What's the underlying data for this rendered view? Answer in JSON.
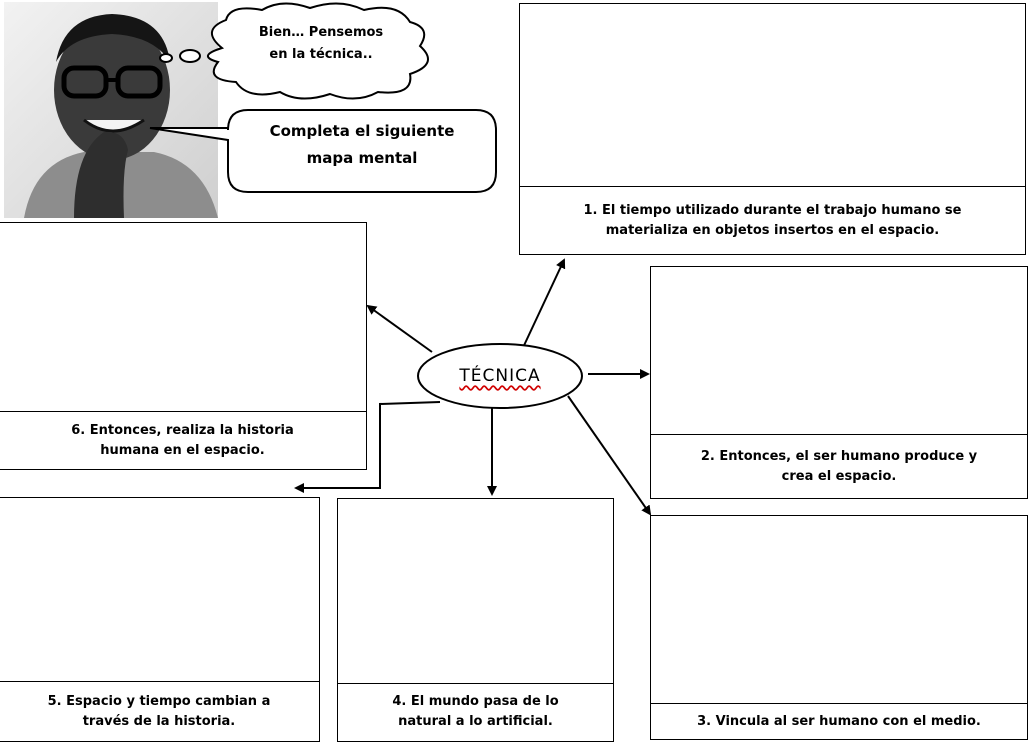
{
  "thought_bubble": {
    "text": "Bien… Pensemos\nen la técnica.."
  },
  "speech_bubble": {
    "text": "Completa el siguiente\nmapa mental"
  },
  "center_node": {
    "label": "TÉCNICA"
  },
  "boxes": [
    {
      "caption": "1.  El tiempo utilizado durante el trabajo humano se\n materializa en objetos insertos en el espacio."
    },
    {
      "caption": "2.  Entonces, el ser humano produce y\ncrea el espacio."
    },
    {
      "caption": "3.  Vincula al ser humano con el medio."
    },
    {
      "caption": "4.  El mundo pasa de lo\nnatural a lo artificial."
    },
    {
      "caption": "5.  Espacio y tiempo cambian a\ntravés de la historia."
    },
    {
      "caption": "6.  Entonces, realiza la historia\nhumana en el espacio."
    }
  ]
}
